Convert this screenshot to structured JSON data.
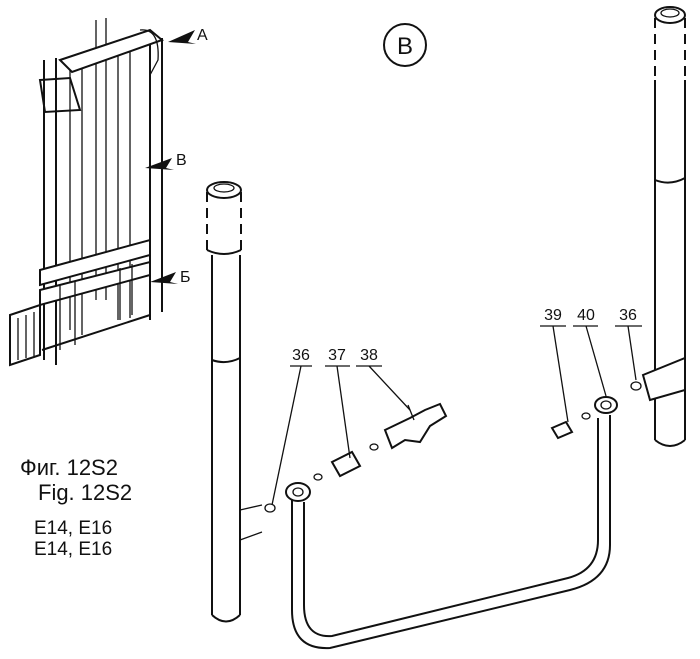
{
  "view_marker": "B",
  "arrows": {
    "a": "A",
    "b": "B",
    "v": "Б"
  },
  "callouts": {
    "p36a": "36",
    "p37": "37",
    "p38": "38",
    "p39": "39",
    "p40": "40",
    "p36b": "36"
  },
  "caption": {
    "figure_ru": "Фиг. 12S2",
    "figure_en": "Fig. 12S2",
    "models_1": "E14, E16",
    "models_2": "E14, E16"
  }
}
